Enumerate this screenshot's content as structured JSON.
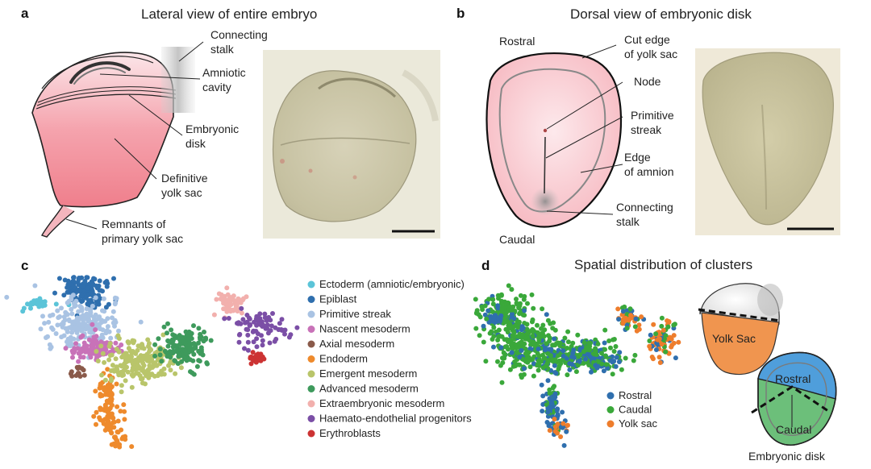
{
  "panels": {
    "a": {
      "letter": "a",
      "title": "Lateral view of entire embryo",
      "labels": {
        "stalk_1": "Connecting",
        "stalk_2": "stalk",
        "amnio_1": "Amniotic",
        "amnio_2": "cavity",
        "disk_1": "Embryonic",
        "disk_2": "disk",
        "defyolk_1": "Definitive",
        "defyolk_2": "yolk sac",
        "remn_1": "Remnants of",
        "remn_2": "primary yolk sac"
      }
    },
    "b": {
      "letter": "b",
      "title": "Dorsal view of embryonic disk",
      "labels": {
        "rostral": "Rostral",
        "caudal": "Caudal",
        "cut_1": "Cut edge",
        "cut_2": "of yolk sac",
        "node": "Node",
        "ps_1": "Primitive",
        "ps_2": "streak",
        "amn_1": "Edge",
        "amn_2": "of amnion",
        "stalk_1": "Connecting",
        "stalk_2": "stalk"
      }
    },
    "c": {
      "letter": "c",
      "legend": [
        {
          "label": "Ectoderm (amniotic/embryonic)",
          "color": "#5bc4d8"
        },
        {
          "label": "Epiblast",
          "color": "#2f6fae"
        },
        {
          "label": "Primitive streak",
          "color": "#a9c3e3"
        },
        {
          "label": "Nascent mesoderm",
          "color": "#c872b8"
        },
        {
          "label": "Axial mesoderm",
          "color": "#8a5a4a"
        },
        {
          "label": "Endoderm",
          "color": "#ee8a2c"
        },
        {
          "label": "Emergent mesoderm",
          "color": "#b9c56a"
        },
        {
          "label": "Advanced mesoderm",
          "color": "#3e9a5c"
        },
        {
          "label": "Extraembryonic mesoderm",
          "color": "#f2b0ad"
        },
        {
          "label": "Haemato-endothelial progenitors",
          "color": "#7b4fa6"
        },
        {
          "label": "Erythroblasts",
          "color": "#cc3333"
        }
      ]
    },
    "d": {
      "letter": "d",
      "title": "Spatial distribution of clusters",
      "legend": [
        {
          "label": "Rostral",
          "color": "#2f6fae"
        },
        {
          "label": "Caudal",
          "color": "#3aa83a"
        },
        {
          "label": "Yolk sac",
          "color": "#ee7d2c"
        }
      ],
      "schematic": {
        "yolk": "Yolk Sac",
        "rostral": "Rostral",
        "caudal": "Caudal",
        "disk": "Embryonic disk"
      }
    }
  }
}
